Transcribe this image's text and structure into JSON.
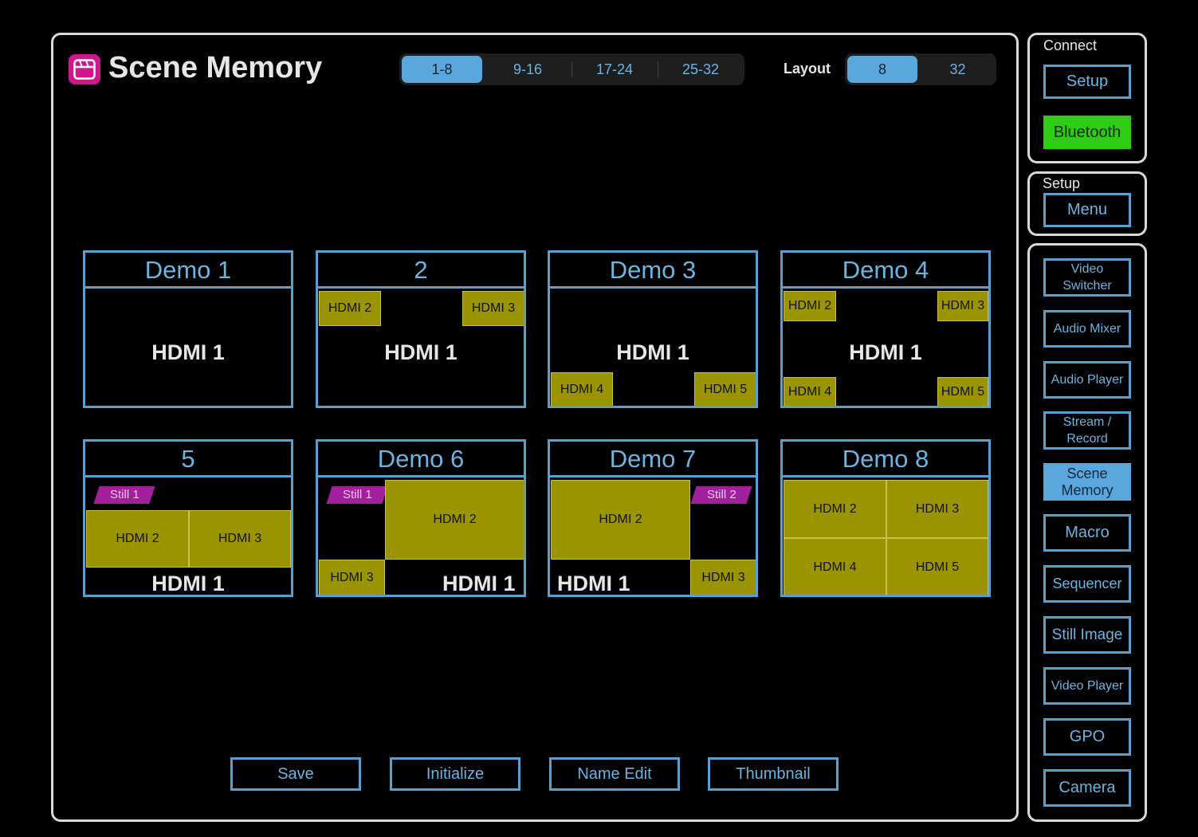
{
  "header": {
    "title": "Scene Memory",
    "icon": "scene-memory-icon",
    "pages": [
      "1-8",
      "9-16",
      "17-24",
      "25-32"
    ],
    "active_page": "1-8",
    "layout_label": "Layout",
    "layouts": [
      "8",
      "32"
    ],
    "active_layout": "8"
  },
  "scenes": [
    {
      "title": "Demo 1",
      "main": "HDMI 1"
    },
    {
      "title": "2",
      "main": "HDMI 1",
      "pips": [
        "HDMI 2",
        "HDMI 3"
      ]
    },
    {
      "title": "Demo 3",
      "main": "HDMI 1",
      "pips": [
        "HDMI 4",
        "HDMI 5"
      ]
    },
    {
      "title": "Demo 4",
      "main": "HDMI 1",
      "pips": [
        "HDMI 2",
        "HDMI 3",
        "HDMI 4",
        "HDMI 5"
      ]
    },
    {
      "title": "5",
      "main": "HDMI 1",
      "still": "Still 1",
      "pips": [
        "HDMI 2",
        "HDMI 3"
      ]
    },
    {
      "title": "Demo 6",
      "main": "HDMI 1",
      "still": "Still 1",
      "pips": [
        "HDMI 2",
        "HDMI 3"
      ]
    },
    {
      "title": "Demo 7",
      "main": "HDMI 1",
      "still": "Still 2",
      "pips": [
        "HDMI 2",
        "HDMI 3"
      ]
    },
    {
      "title": "Demo 8",
      "pips": [
        "HDMI 2",
        "HDMI 3",
        "HDMI 4",
        "HDMI 5"
      ]
    }
  ],
  "actions": {
    "save": "Save",
    "initialize": "Initialize",
    "name_edit": "Name Edit",
    "thumbnail": "Thumbnail"
  },
  "sidebar": {
    "connect": {
      "label": "Connect",
      "setup": "Setup",
      "bluetooth": "Bluetooth"
    },
    "setup": {
      "label": "Setup",
      "menu": "Menu"
    },
    "nav": [
      "Video Switcher",
      "Audio Mixer",
      "Audio Player",
      "Stream / Record",
      "Scene Memory",
      "Macro",
      "Sequencer",
      "Still Image",
      "Video Player",
      "GPO",
      "Camera"
    ],
    "active_nav": "Scene Memory"
  },
  "colors": {
    "accent": "#5b9fce",
    "active_fill": "#5aa7dd",
    "source_box": "#9a9400",
    "still_tag": "#a3209c",
    "bluetooth": "#2ecc14",
    "title_icon": "#d0168c"
  }
}
